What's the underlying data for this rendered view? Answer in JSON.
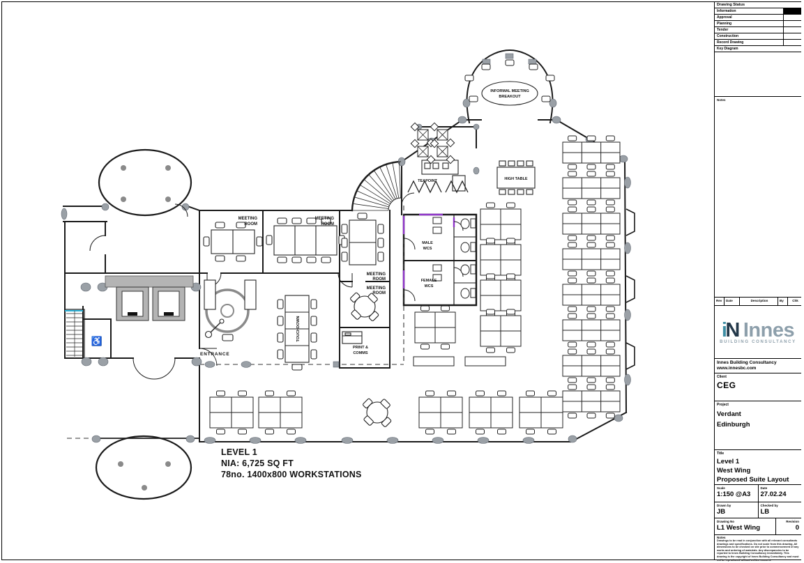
{
  "titleblock": {
    "status": {
      "header": "Drawing Status",
      "options": [
        "Information",
        "Approval",
        "Planning",
        "Tender",
        "Construction",
        "Record Drawing"
      ],
      "selected": "Information",
      "key_diagram": "Key Diagram"
    },
    "notes_area_label": "Notes",
    "rev_headers": {
      "rev": "Rev",
      "date": "Date",
      "description": "Description",
      "by": "By",
      "chk": "Chk"
    },
    "logo": {
      "mark_i": "i",
      "mark_n": "N",
      "name": "Innes",
      "tagline": "BUILDING CONSULTANCY"
    },
    "company_line1": "Innes Building Consultancy",
    "company_line2": "www.innesbc.com",
    "client": {
      "label": "Client",
      "value": "CEG"
    },
    "project": {
      "label": "Project",
      "line1": "Verdant",
      "line2": "Edinburgh"
    },
    "title": {
      "label": "Title",
      "line1": "Level 1",
      "line2": "West Wing",
      "line3": "Proposed Suite Layout"
    },
    "scale": {
      "label": "Scale",
      "value": "1:150 @A3"
    },
    "date": {
      "label": "Date",
      "value": "27.02.24"
    },
    "drawn": {
      "label": "Drawn by",
      "value": "JB"
    },
    "checked": {
      "label": "Checked by",
      "value": "LB"
    },
    "drawing_no": {
      "label": "Drawing No",
      "value": "L1 West Wing"
    },
    "revision": {
      "label": "Revision",
      "value": "0"
    },
    "notes": {
      "label": "Notes",
      "text": "Drawings to be read in conjunction with all relevant consultants drawings and specifications. Do not scale from this drawing. All dimensions to be checked on site prior to commencement of any works and ordering of materials. Any discrepancies to be reported to Innes Building Consultancy immediately. This drawing is the copyright of Innes Building Consultancy and must not be reproduced without written consent."
    }
  },
  "plan": {
    "annotation": {
      "line1": "LEVEL 1",
      "line2": "NIA: 6,725 SQ FT",
      "line3": "78no. 1400x800 WORKSTATIONS"
    },
    "labels": {
      "informal_line1": "INFORMAL MEETING",
      "informal_line2": "BREAKOUT",
      "teapoint": "TEAPOINT",
      "high_table": "HIGH TABLE",
      "meeting": "MEETING",
      "room": "ROOM",
      "male": "MALE",
      "female": "FEMALE",
      "wcs": "WCS",
      "touchdown": "TOUCHDOWN",
      "print1": "PRINT &",
      "print2": "COMMS",
      "entrance": "ENTRANCE"
    },
    "colors": {
      "wall": "#1a1a1a",
      "mullion": "#9aa0a6",
      "accent_purple": "#8f35c9",
      "accent_cyan": "#2ab2d8",
      "logo_teal": "#3e8ea4",
      "logo_navy": "#24394a",
      "logo_grey": "#8d9fab"
    }
  }
}
